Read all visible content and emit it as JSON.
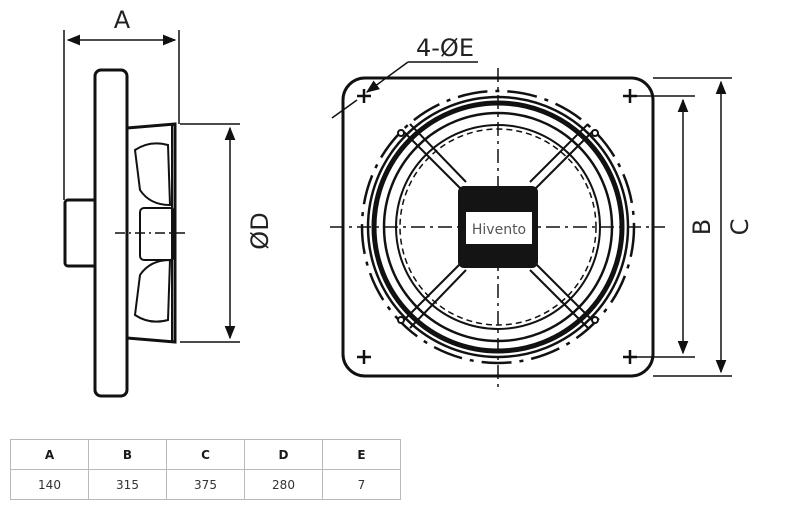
{
  "drawing": {
    "side_view": {
      "dim_width": "A",
      "dim_diameter": "ØD"
    },
    "front_view": {
      "dim_holes": "4-ØE",
      "dim_inner": "B",
      "dim_outer": "C",
      "logo": "Hivento"
    }
  },
  "table": {
    "headers": [
      "A",
      "B",
      "C",
      "D",
      "E"
    ],
    "values": [
      "140",
      "315",
      "375",
      "280",
      "7"
    ]
  }
}
